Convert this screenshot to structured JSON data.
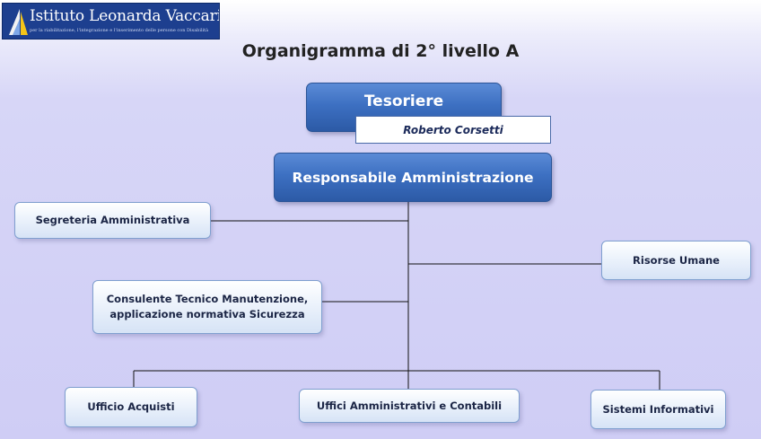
{
  "logo": {
    "name": "Istituto Leonarda Vaccari",
    "tagline": "per la riabilitazione, l'integrazione e l'inserimento delle persone con Disabilità"
  },
  "title": "Organigramma di 2° livello A",
  "colors": {
    "primary_box": "#3d70c2",
    "secondary_box": "#e4edf9",
    "background": "#cfcdf5",
    "connector": "#111111"
  },
  "chart": {
    "tesoriere": "Tesoriere",
    "tesoriere_name": "Roberto Corsetti",
    "responsabile": "Responsabile Amministrazione",
    "segreteria": "Segreteria Amministrativa",
    "risorse_umane": "Risorse Umane",
    "consulente_line1": "Consulente Tecnico Manutenzione,",
    "consulente_line2": "applicazione normativa Sicurezza",
    "ufficio_acquisti": "Ufficio Acquisti",
    "uffici_amministrativi": "Uffici Amministrativi e Contabili",
    "sistemi_informativi": "Sistemi Informativi"
  }
}
